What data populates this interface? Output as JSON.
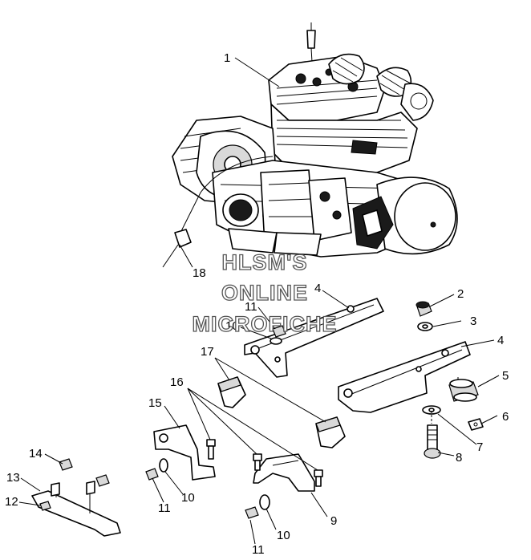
{
  "watermark": {
    "line1": "HLSM'S",
    "line2": "ONLINE",
    "line3": "MICROFICHE"
  },
  "callouts": [
    {
      "label": "1"
    },
    {
      "label": "18"
    },
    {
      "label": "4"
    },
    {
      "label": "11"
    },
    {
      "label": "10"
    },
    {
      "label": "2"
    },
    {
      "label": "3"
    },
    {
      "label": "4"
    },
    {
      "label": "17"
    },
    {
      "label": "5"
    },
    {
      "label": "16"
    },
    {
      "label": "15"
    },
    {
      "label": "6"
    },
    {
      "label": "7"
    },
    {
      "label": "8"
    },
    {
      "label": "14"
    },
    {
      "label": "13"
    },
    {
      "label": "12"
    },
    {
      "label": "11"
    },
    {
      "label": "10"
    },
    {
      "label": "9"
    },
    {
      "label": "10"
    },
    {
      "label": "11"
    }
  ]
}
